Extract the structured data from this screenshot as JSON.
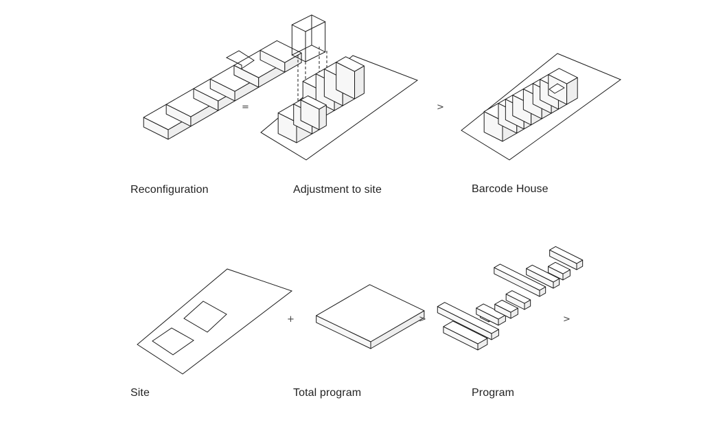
{
  "captions": {
    "reconfiguration": "Reconfiguration",
    "adjustment": "Adjustment to site",
    "barcode_house": "Barcode House",
    "site": "Site",
    "total_program": "Total program",
    "program": "Program"
  },
  "operators": {
    "equals": "=",
    "gt1": ">",
    "plus": "+",
    "gt2": ">",
    "gt3": ">"
  }
}
